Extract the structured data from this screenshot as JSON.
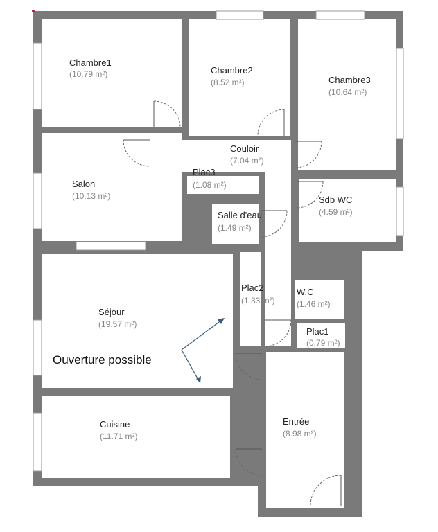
{
  "rooms": {
    "chambre1": {
      "name": "Chambre1",
      "area": "(10.79 m²)"
    },
    "chambre2": {
      "name": "Chambre2",
      "area": "(8.52 m²)"
    },
    "chambre3": {
      "name": "Chambre3",
      "area": "(10.64 m²)"
    },
    "couloir": {
      "name": "Couloir",
      "area": "(7.04 m²)"
    },
    "plac3": {
      "name": "Plac3",
      "area": "(1.08 m²)"
    },
    "salon": {
      "name": "Salon",
      "area": "(10.13 m²)"
    },
    "salle_eau": {
      "name": "Salle d'eau",
      "area": "(1.49 m²)"
    },
    "sdb_wc": {
      "name": "Sdb WC",
      "area": "(4.59 m²)"
    },
    "sejour": {
      "name": "Séjour",
      "area": "(19.57 m²)"
    },
    "plac2": {
      "name": "Plac2",
      "area": "(1.33 m²)"
    },
    "wc": {
      "name": "W.C",
      "area": "(1.46 m²)"
    },
    "plac1": {
      "name": "Plac1",
      "area": "(0.79 m²)"
    },
    "cuisine": {
      "name": "Cuisine",
      "area": "(11.71 m²)"
    },
    "entree": {
      "name": "Entrée",
      "area": "(8.98 m²)"
    }
  },
  "annotation": {
    "text": "Ouverture possible"
  },
  "colors": {
    "wall": "#7a7a7a",
    "floor": "#ffffff",
    "arrow": "#3a5a78"
  }
}
